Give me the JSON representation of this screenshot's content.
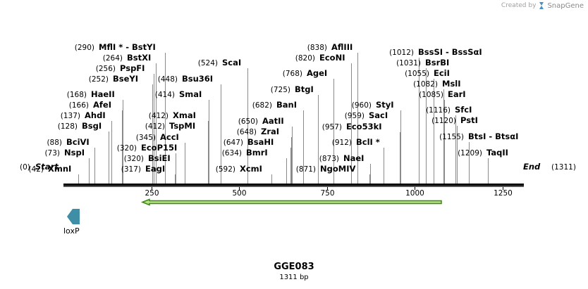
{
  "credit": {
    "prefix": "Created by",
    "brand": "SnapGene",
    "logo_icon": "snapgene-logo-icon"
  },
  "map": {
    "name": "GGE083",
    "length_text": "1311 bp",
    "length": 1311,
    "start_label": "Start",
    "end_label": "End",
    "ticks": [
      250,
      500,
      750,
      1000,
      1250
    ]
  },
  "colors": {
    "backbone": "#000000",
    "arrow_fill": "#b8e08a",
    "arrow_stroke": "#3a8a10",
    "loxp": "#3e8ea6",
    "line": "#888888"
  },
  "sites": [
    {
      "name": "XmnI",
      "pos": 42
    },
    {
      "name": "BciVI",
      "pos": 88
    },
    {
      "name": "NspI",
      "pos": 73
    },
    {
      "name": "BsgI",
      "pos": 128
    },
    {
      "name": "AhdI",
      "pos": 137
    },
    {
      "name": "AfeI",
      "pos": 166
    },
    {
      "name": "HaeII",
      "pos": 168
    },
    {
      "name": "BseYI",
      "pos": 252
    },
    {
      "name": "PspFI",
      "pos": 256
    },
    {
      "name": "BstXI",
      "pos": 264
    },
    {
      "name": "MflI * - BstYI",
      "pos": 290
    },
    {
      "name": "EagI",
      "pos": 317
    },
    {
      "name": "BsiEI",
      "pos": 320
    },
    {
      "name": "EcoP15I",
      "pos": 320
    },
    {
      "name": "AccI",
      "pos": 345
    },
    {
      "name": "TspMI",
      "pos": 412
    },
    {
      "name": "XmaI",
      "pos": 412
    },
    {
      "name": "SmaI",
      "pos": 414
    },
    {
      "name": "Bsu36I",
      "pos": 448
    },
    {
      "name": "ScaI",
      "pos": 524
    },
    {
      "name": "XcmI",
      "pos": 592
    },
    {
      "name": "BmrI",
      "pos": 634
    },
    {
      "name": "BsaHI",
      "pos": 647
    },
    {
      "name": "ZraI",
      "pos": 648
    },
    {
      "name": "AatII",
      "pos": 650
    },
    {
      "name": "BanI",
      "pos": 682
    },
    {
      "name": "BtgI",
      "pos": 725
    },
    {
      "name": "AgeI",
      "pos": 768
    },
    {
      "name": "EcoNI",
      "pos": 820
    },
    {
      "name": "AflIII",
      "pos": 838
    },
    {
      "name": "NgoMIV",
      "pos": 871
    },
    {
      "name": "NaeI",
      "pos": 873
    },
    {
      "name": "BclI *",
      "pos": 912
    },
    {
      "name": "Eco53kI",
      "pos": 957
    },
    {
      "name": "SacI",
      "pos": 959
    },
    {
      "name": "StyI",
      "pos": 960
    },
    {
      "name": "BssSI - BssSαI",
      "pos": 1012
    },
    {
      "name": "BsrBI",
      "pos": 1031
    },
    {
      "name": "EciI",
      "pos": 1055
    },
    {
      "name": "MslI",
      "pos": 1082
    },
    {
      "name": "EarI",
      "pos": 1085
    },
    {
      "name": "SfcI",
      "pos": 1116
    },
    {
      "name": "PstI",
      "pos": 1120
    },
    {
      "name": "BtsI - BtsαI",
      "pos": 1155
    },
    {
      "name": "TaqII",
      "pos": 1209
    }
  ],
  "features": [
    {
      "name": "loxP",
      "icon": "loxp-arrow-icon"
    }
  ]
}
